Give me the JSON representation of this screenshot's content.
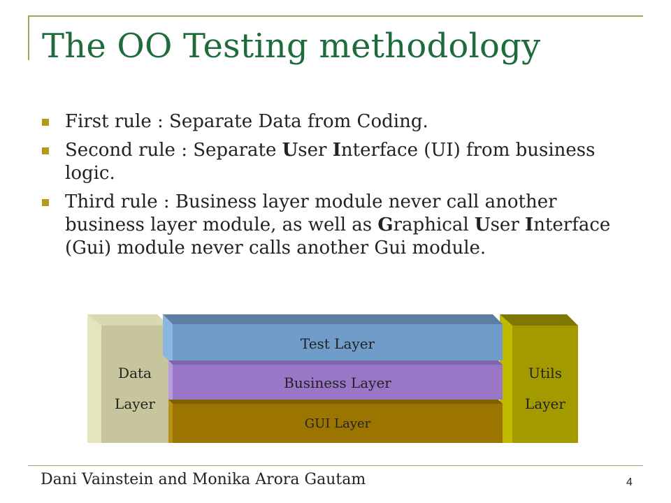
{
  "slide": {
    "title": "The OO Testing methodology",
    "bullets": [
      {
        "segments": [
          {
            "text": "First rule : Separate Data from Coding.",
            "bold": false
          }
        ]
      },
      {
        "segments": [
          {
            "text": "Second rule : Separate ",
            "bold": false
          },
          {
            "text": "U",
            "bold": true
          },
          {
            "text": "ser ",
            "bold": false
          },
          {
            "text": "I",
            "bold": true
          },
          {
            "text": "nterface (UI) from business logic.",
            "bold": false
          }
        ]
      },
      {
        "segments": [
          {
            "text": "Third rule : Business layer module never call another business layer module, as well as ",
            "bold": false
          },
          {
            "text": "G",
            "bold": true
          },
          {
            "text": "raphical ",
            "bold": false
          },
          {
            "text": "U",
            "bold": true
          },
          {
            "text": "ser ",
            "bold": false
          },
          {
            "text": "I",
            "bold": true
          },
          {
            "text": "nterface (Gui) module never calls another Gui module.",
            "bold": false
          }
        ]
      }
    ]
  },
  "diagram": {
    "data_layer": {
      "line1": "Data",
      "line2": "Layer"
    },
    "test_layer": "Test Layer",
    "business_layer": "Business Layer",
    "gui_layer": "GUI Layer",
    "utils_layer": {
      "line1": "Utils",
      "line2": "Layer"
    },
    "colors": {
      "data_front": "#c7c59b",
      "data_side": "#e4e4bf",
      "data_top": "#d9d8b2",
      "test_front": "#6f9cc8",
      "test_top": "#5e7ea3",
      "test_side": "#8ab6e0",
      "business_front": "#9a76c6",
      "business_top": "#7f64a9",
      "business_side": "#b89ae0",
      "gui_front": "#9b7500",
      "gui_top": "#7f6200",
      "gui_side": "#b89116",
      "utils_front": "#a39a00",
      "utils_top": "#7e7700",
      "utils_side": "#c1b800"
    }
  },
  "footer": {
    "authors": "Dani Vainstein and Monika Arora Gautam",
    "page_number": "4"
  }
}
